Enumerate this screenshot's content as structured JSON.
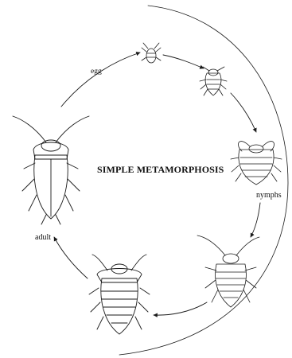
{
  "diagram": {
    "title": "SIMPLE METAMORPHOSIS",
    "stages": {
      "egg": "egg",
      "nymphs": "nymphs",
      "adult": "adult"
    }
  },
  "colors": {
    "ink": "#1a1a1a",
    "background": "#ffffff"
  }
}
